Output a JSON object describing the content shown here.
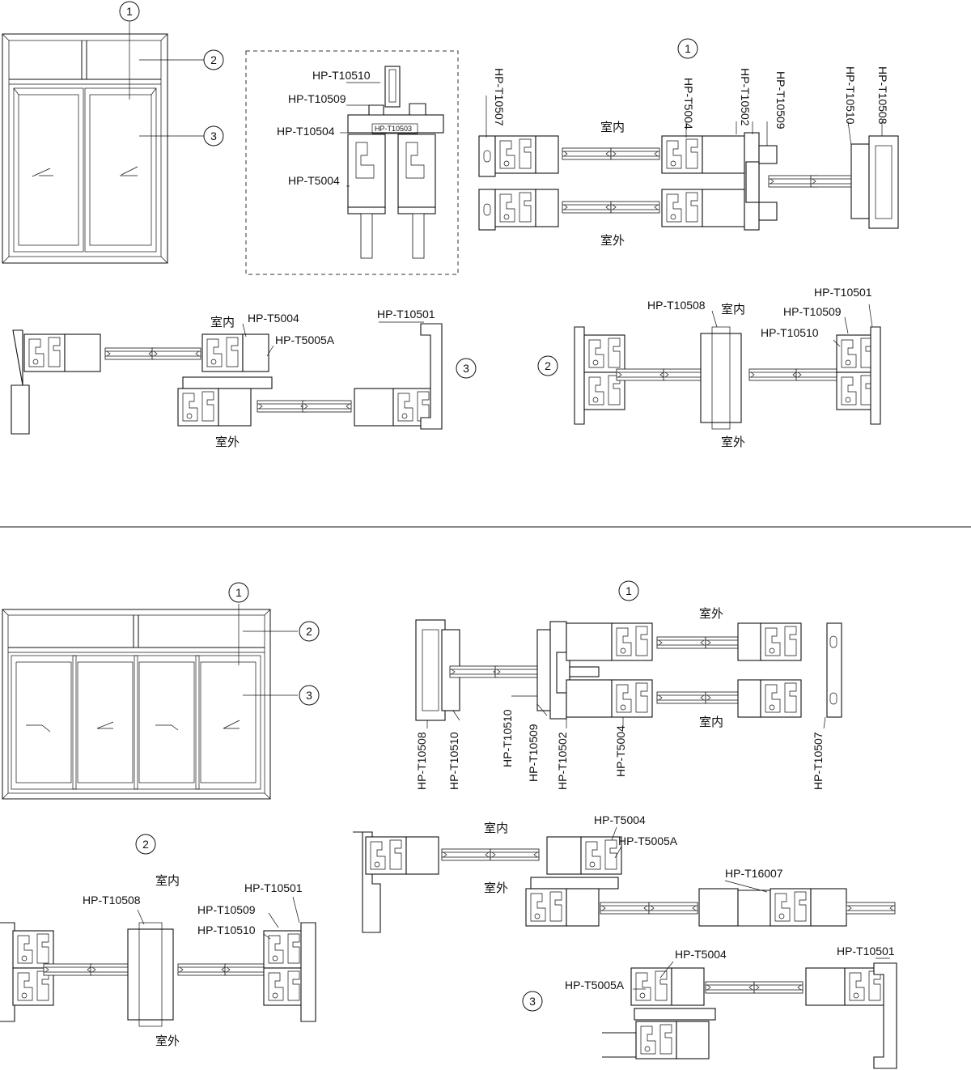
{
  "labels": {
    "indoor": "室内",
    "outdoor": "室外",
    "t10510": "HP-T10510",
    "t10509": "HP-T10509",
    "t10504": "HP-T10504",
    "t10503": "HP-T10503",
    "t5004": "HP-T5004",
    "t5005a": "HP-T5005A",
    "t10507": "HP-T10507",
    "t10502": "HP-T10502",
    "t10508": "HP-T10508",
    "t10501": "HP-T10501",
    "t16007": "HP-T16007"
  },
  "markers": {
    "one": "1",
    "two": "2",
    "three": "3"
  }
}
